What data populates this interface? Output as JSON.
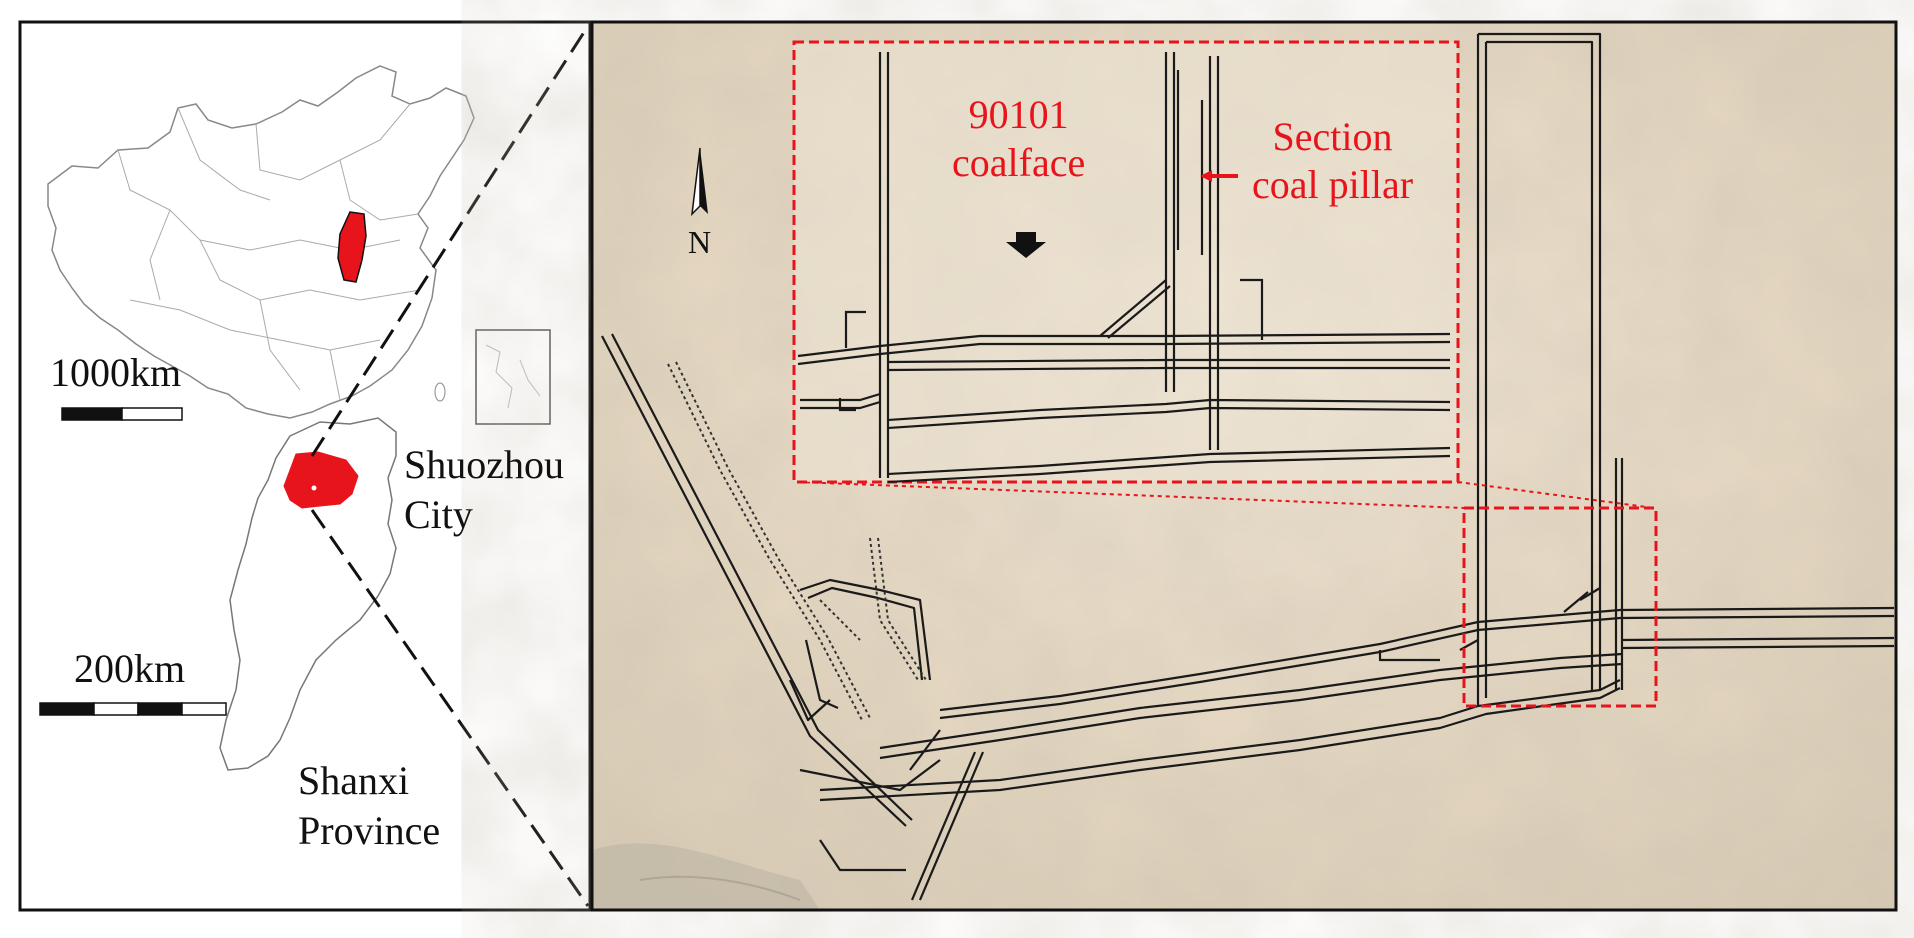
{
  "left_panel": {
    "scale_china": "1000km",
    "scale_shanxi": "200km",
    "city_label": {
      "line1": "Shuozhou",
      "line2": "City"
    },
    "province_label": {
      "line1": "Shanxi",
      "line2": "Province"
    }
  },
  "right_panel": {
    "north_label": "N",
    "coalface_label": {
      "line1": "90101",
      "line2": "coalface"
    },
    "pillar_label": {
      "line1": "Section",
      "line2": "coal pillar"
    }
  },
  "colors": {
    "highlight": "#e8141b",
    "background_right": "#e9ddc9",
    "line": "#1a1a1a"
  }
}
